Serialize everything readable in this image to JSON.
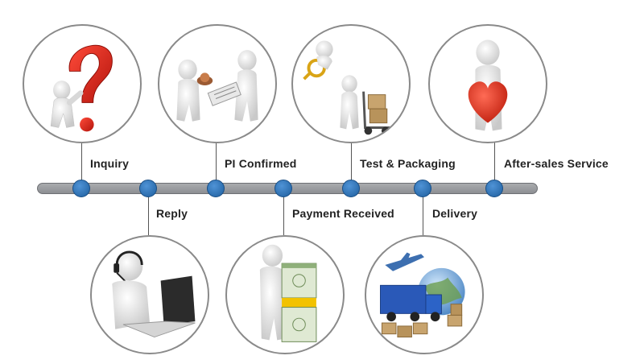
{
  "timeline": {
    "accent_color": "#2e6fb5",
    "bar_color": "#9a9ca0",
    "steps": [
      {
        "label": "Inquiry",
        "icon": "question-mark-figure-icon"
      },
      {
        "label": "Reply",
        "icon": "headset-laptop-icon"
      },
      {
        "label": "PI Confirmed",
        "icon": "stamp-handshake-icon"
      },
      {
        "label": "Payment Received",
        "icon": "money-stack-icon"
      },
      {
        "label": "Test & Packaging",
        "icon": "magnifier-hand-truck-icon"
      },
      {
        "label": "Delivery",
        "icon": "globe-truck-plane-icon"
      },
      {
        "label": "After-sales Service",
        "icon": "heart-figure-icon"
      }
    ]
  }
}
